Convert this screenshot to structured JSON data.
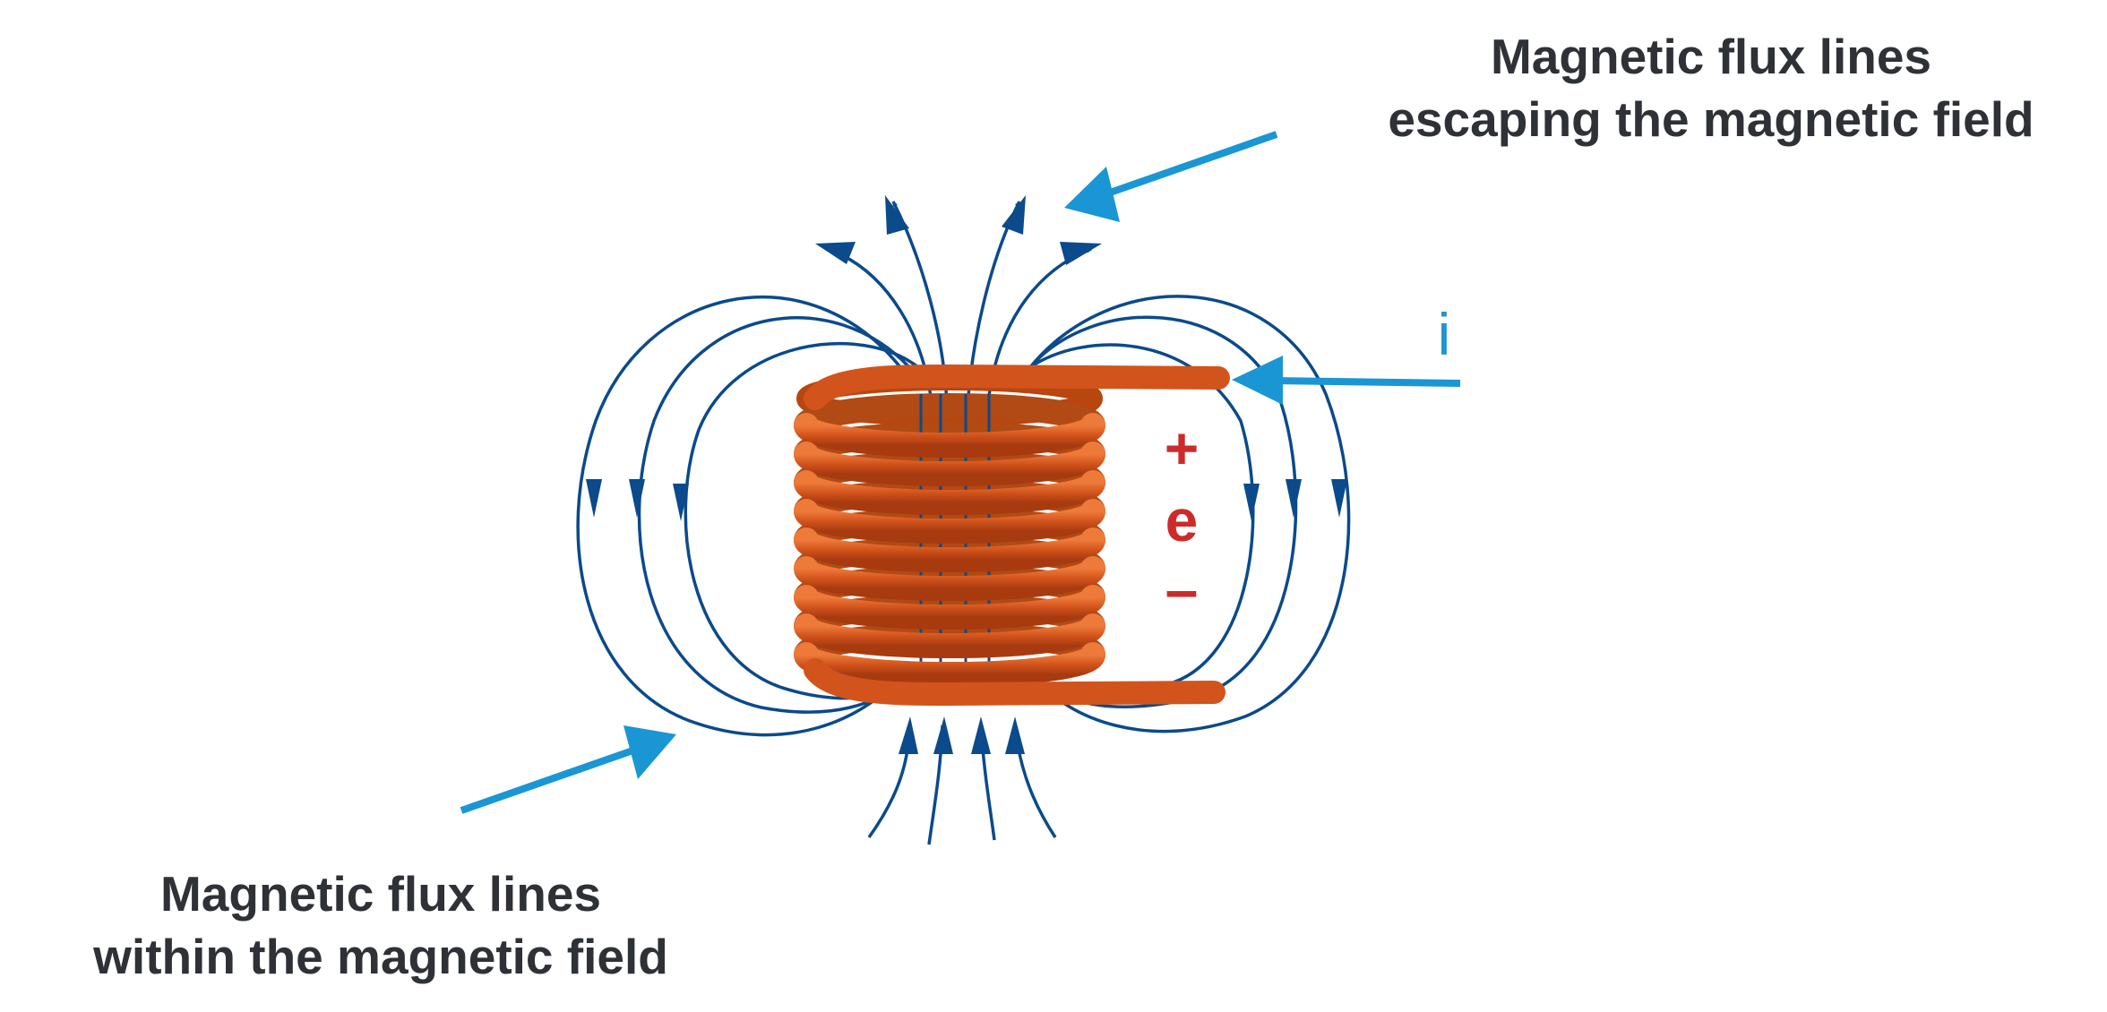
{
  "labels": {
    "escaping_line1": "Magnetic flux lines",
    "escaping_line2": "escaping the magnetic field",
    "within_line1": "Magnetic flux lines",
    "within_line2": "within the magnetic field",
    "current": "i",
    "plus": "+",
    "emf": "e",
    "minus": "–"
  },
  "colors": {
    "flux_line": "#0b4a8b",
    "pointer_arrow": "#1a96d4",
    "coil": "#d2541c",
    "coil_highlight": "#ee7a3a",
    "emf_text": "#cd2b2b",
    "label_text": "#2e3136"
  },
  "icons": {
    "coil": "coil-icon",
    "pointer": "pointer-arrow-icon",
    "flux": "flux-line-icon"
  }
}
